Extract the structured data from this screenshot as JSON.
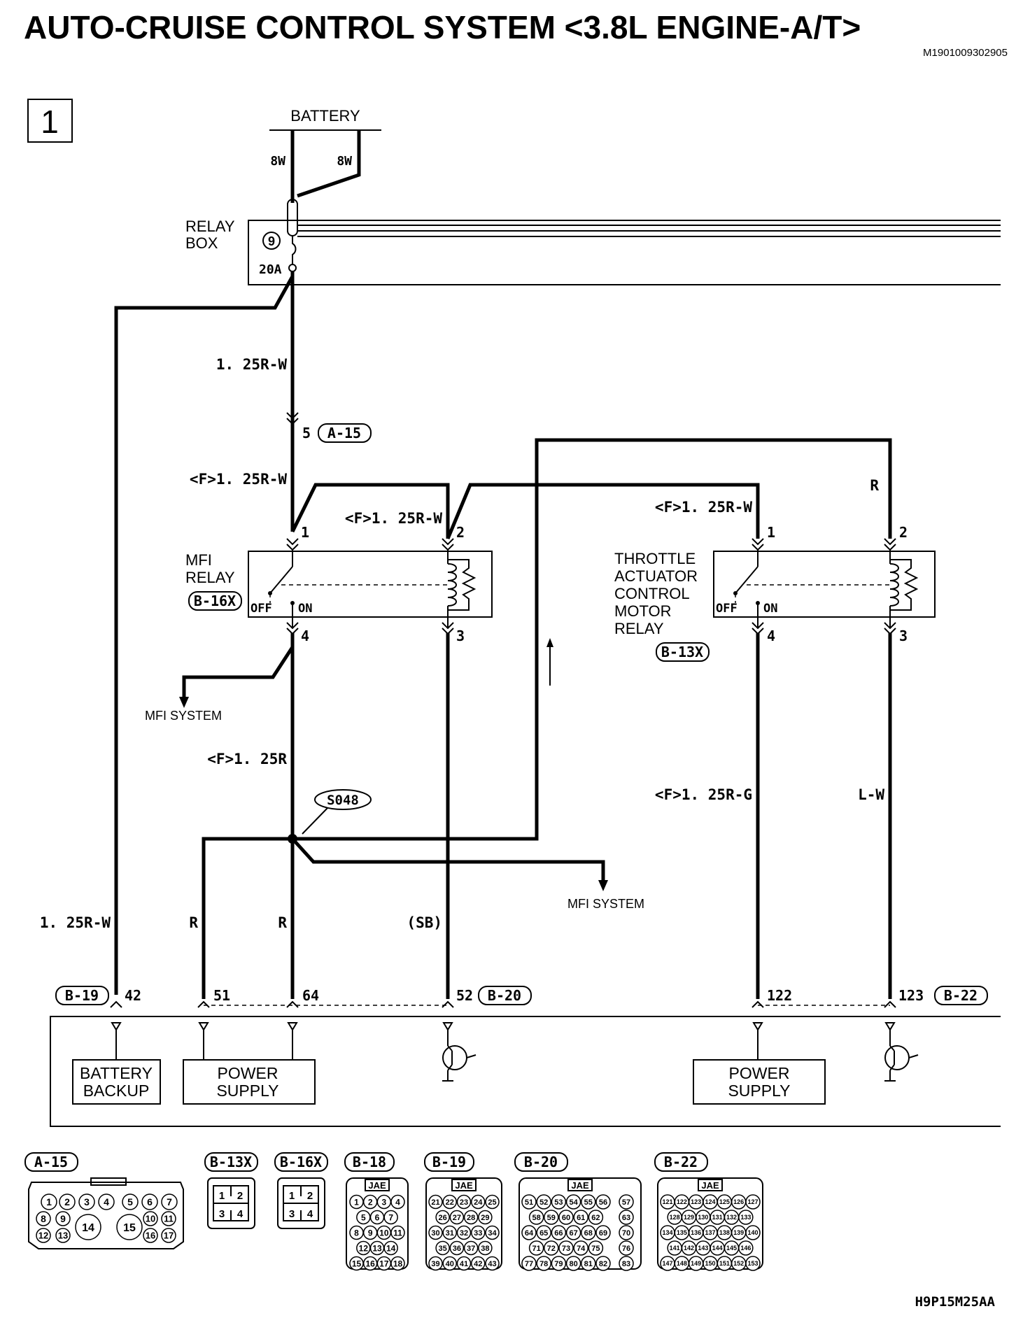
{
  "title": "AUTO-CRUISE CONTROL SYSTEM <3.8L ENGINE-A/T>",
  "doc_id": "M1901009302905",
  "page_box": "1",
  "figure_code": "H9P15M25AA",
  "battery": {
    "label": "BATTERY",
    "wire_left": "8W",
    "wire_right": "8W"
  },
  "relay_box": {
    "label_line1": "RELAY",
    "label_line2": "BOX",
    "fuse_no": "9",
    "fuse_rating": "20A"
  },
  "wires": {
    "main_feed": "1. 25R-W",
    "conn_a15_pin": "5",
    "conn_a15": "A-15",
    "mfi_feed_1": "<F>1. 25R-W",
    "mfi_feed_2": "<F>1. 25R-W",
    "tac_feed_1": "<F>1. 25R-W",
    "tac_feed_2": "R",
    "mfi_out": "<F>1. 25R",
    "tac_out_4": "<F>1. 25R-G",
    "tac_out_3": "L-W",
    "left_backup": "1. 25R-W",
    "w51": "R",
    "w64": "R",
    "w52": "(SB)"
  },
  "mfi_relay": {
    "line1": "MFI",
    "line2": "RELAY",
    "connector": "B-16X",
    "pin1": "1",
    "pin2": "2",
    "pin3": "3",
    "pin4": "4",
    "off": "OFF",
    "on": "ON"
  },
  "tac_relay": {
    "line1": "THROTTLE",
    "line2": "ACTUATOR",
    "line3": "CONTROL",
    "line4": "MOTOR",
    "line5": "RELAY",
    "connector": "B-13X",
    "pin1": "1",
    "pin2": "2",
    "pin3": "3",
    "pin4": "4",
    "off": "OFF",
    "on": "ON"
  },
  "splice": "S048",
  "mfi_system_1": "MFI SYSTEM",
  "mfi_system_2": "MFI SYSTEM",
  "ecm": {
    "conn_b19": "B-19",
    "conn_b20": "B-20",
    "conn_b22": "B-22",
    "pin42": "42",
    "pin51": "51",
    "pin64": "64",
    "pin52": "52",
    "pin122": "122",
    "pin123": "123",
    "battery_backup_1": "BATTERY",
    "battery_backup_2": "BACKUP",
    "power_supply_1": "POWER",
    "power_supply_2": "SUPPLY",
    "power_supply_b1": "POWER",
    "power_supply_b2": "SUPPLY"
  },
  "connectors": {
    "a15": {
      "name": "A-15",
      "pins": [
        "1",
        "2",
        "3",
        "4",
        "5",
        "6",
        "7",
        "8",
        "9",
        "10",
        "11",
        "12",
        "13",
        "14",
        "15",
        "16",
        "17"
      ]
    },
    "b13x": {
      "name": "B-13X",
      "pins": [
        "1",
        "2",
        "3",
        "4"
      ]
    },
    "b16x": {
      "name": "B-16X",
      "pins": [
        "1",
        "2",
        "3",
        "4"
      ]
    },
    "b18": {
      "name": "B-18",
      "tag": "JAE",
      "rows": [
        [
          "1",
          "2",
          "3",
          "4"
        ],
        [
          "5",
          "6",
          "7"
        ],
        [
          "8",
          "9",
          "10",
          "11"
        ],
        [
          "12",
          "13",
          "14"
        ],
        [
          "15",
          "16",
          "17",
          "18"
        ]
      ]
    },
    "b19": {
      "name": "B-19",
      "tag": "JAE",
      "rows": [
        [
          "21",
          "22",
          "23",
          "24",
          "25"
        ],
        [
          "26",
          "27",
          "28",
          "29"
        ],
        [
          "30",
          "31",
          "32",
          "33",
          "34"
        ],
        [
          "35",
          "36",
          "37",
          "38"
        ],
        [
          "39",
          "40",
          "41",
          "42",
          "43"
        ]
      ]
    },
    "b20": {
      "name": "B-20",
      "tag": "JAE",
      "rows": [
        [
          "51",
          "52",
          "53",
          "54",
          "55",
          "56"
        ],
        [
          "58",
          "59",
          "60",
          "61",
          "62"
        ],
        [
          "64",
          "65",
          "66",
          "67",
          "68",
          "69"
        ],
        [
          "71",
          "72",
          "73",
          "74",
          "75"
        ],
        [
          "77",
          "78",
          "79",
          "80",
          "81",
          "82"
        ]
      ],
      "side": [
        "57",
        "63",
        "70",
        "76",
        "83"
      ]
    },
    "b22": {
      "name": "B-22",
      "tag": "JAE",
      "rows": [
        [
          "121",
          "122",
          "123",
          "124",
          "125",
          "126",
          "127"
        ],
        [
          "128",
          "129",
          "130",
          "131",
          "132",
          "133"
        ],
        [
          "134",
          "135",
          "136",
          "137",
          "138",
          "139",
          "140"
        ],
        [
          "141",
          "142",
          "143",
          "144",
          "145",
          "146"
        ],
        [
          "147",
          "148",
          "149",
          "150",
          "151",
          "152",
          "153"
        ]
      ]
    }
  }
}
